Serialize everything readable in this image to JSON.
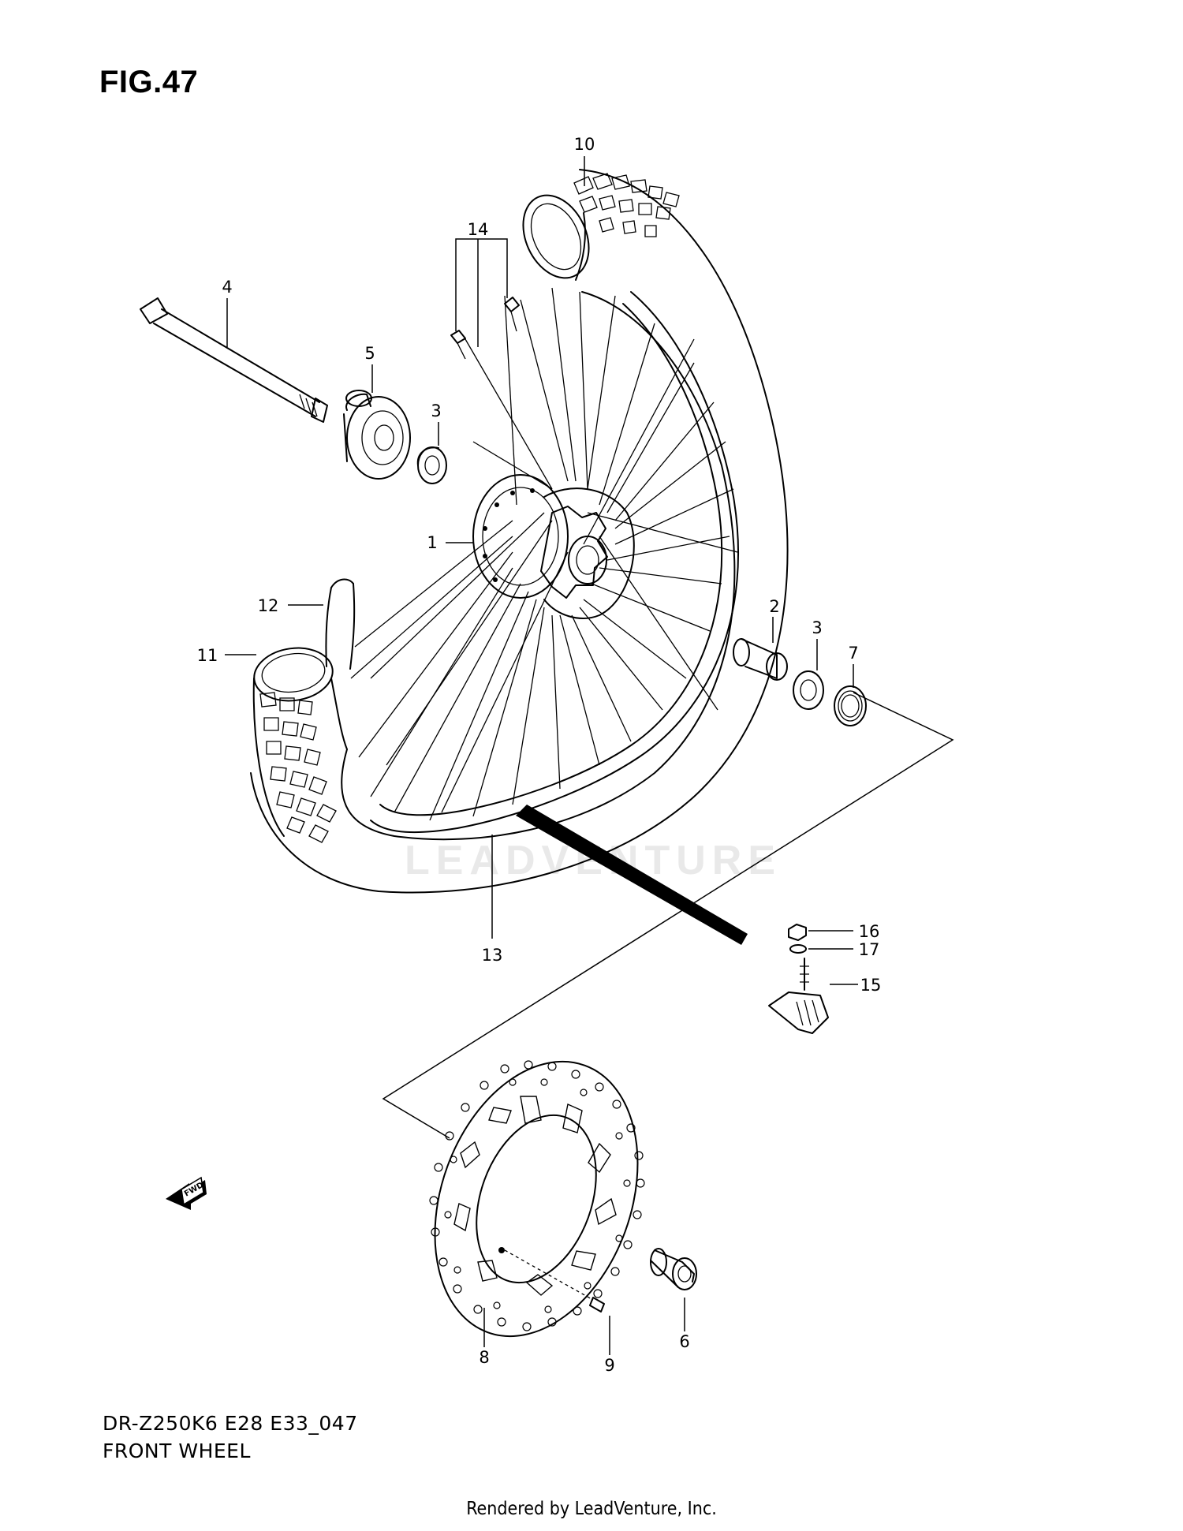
{
  "figure": {
    "title": "FIG.47",
    "model_code": "DR-Z250K6 E28 E33_047",
    "caption": "FRONT WHEEL",
    "rendered_by": "Rendered by LeadVenture, Inc.",
    "watermark": "LEADVENTURE"
  },
  "callouts": [
    "1",
    "2",
    "3",
    "3",
    "4",
    "5",
    "6",
    "7",
    "8",
    "9",
    "10",
    "11",
    "12",
    "13",
    "14",
    "15",
    "16",
    "17"
  ],
  "fwd_label": "FWD"
}
